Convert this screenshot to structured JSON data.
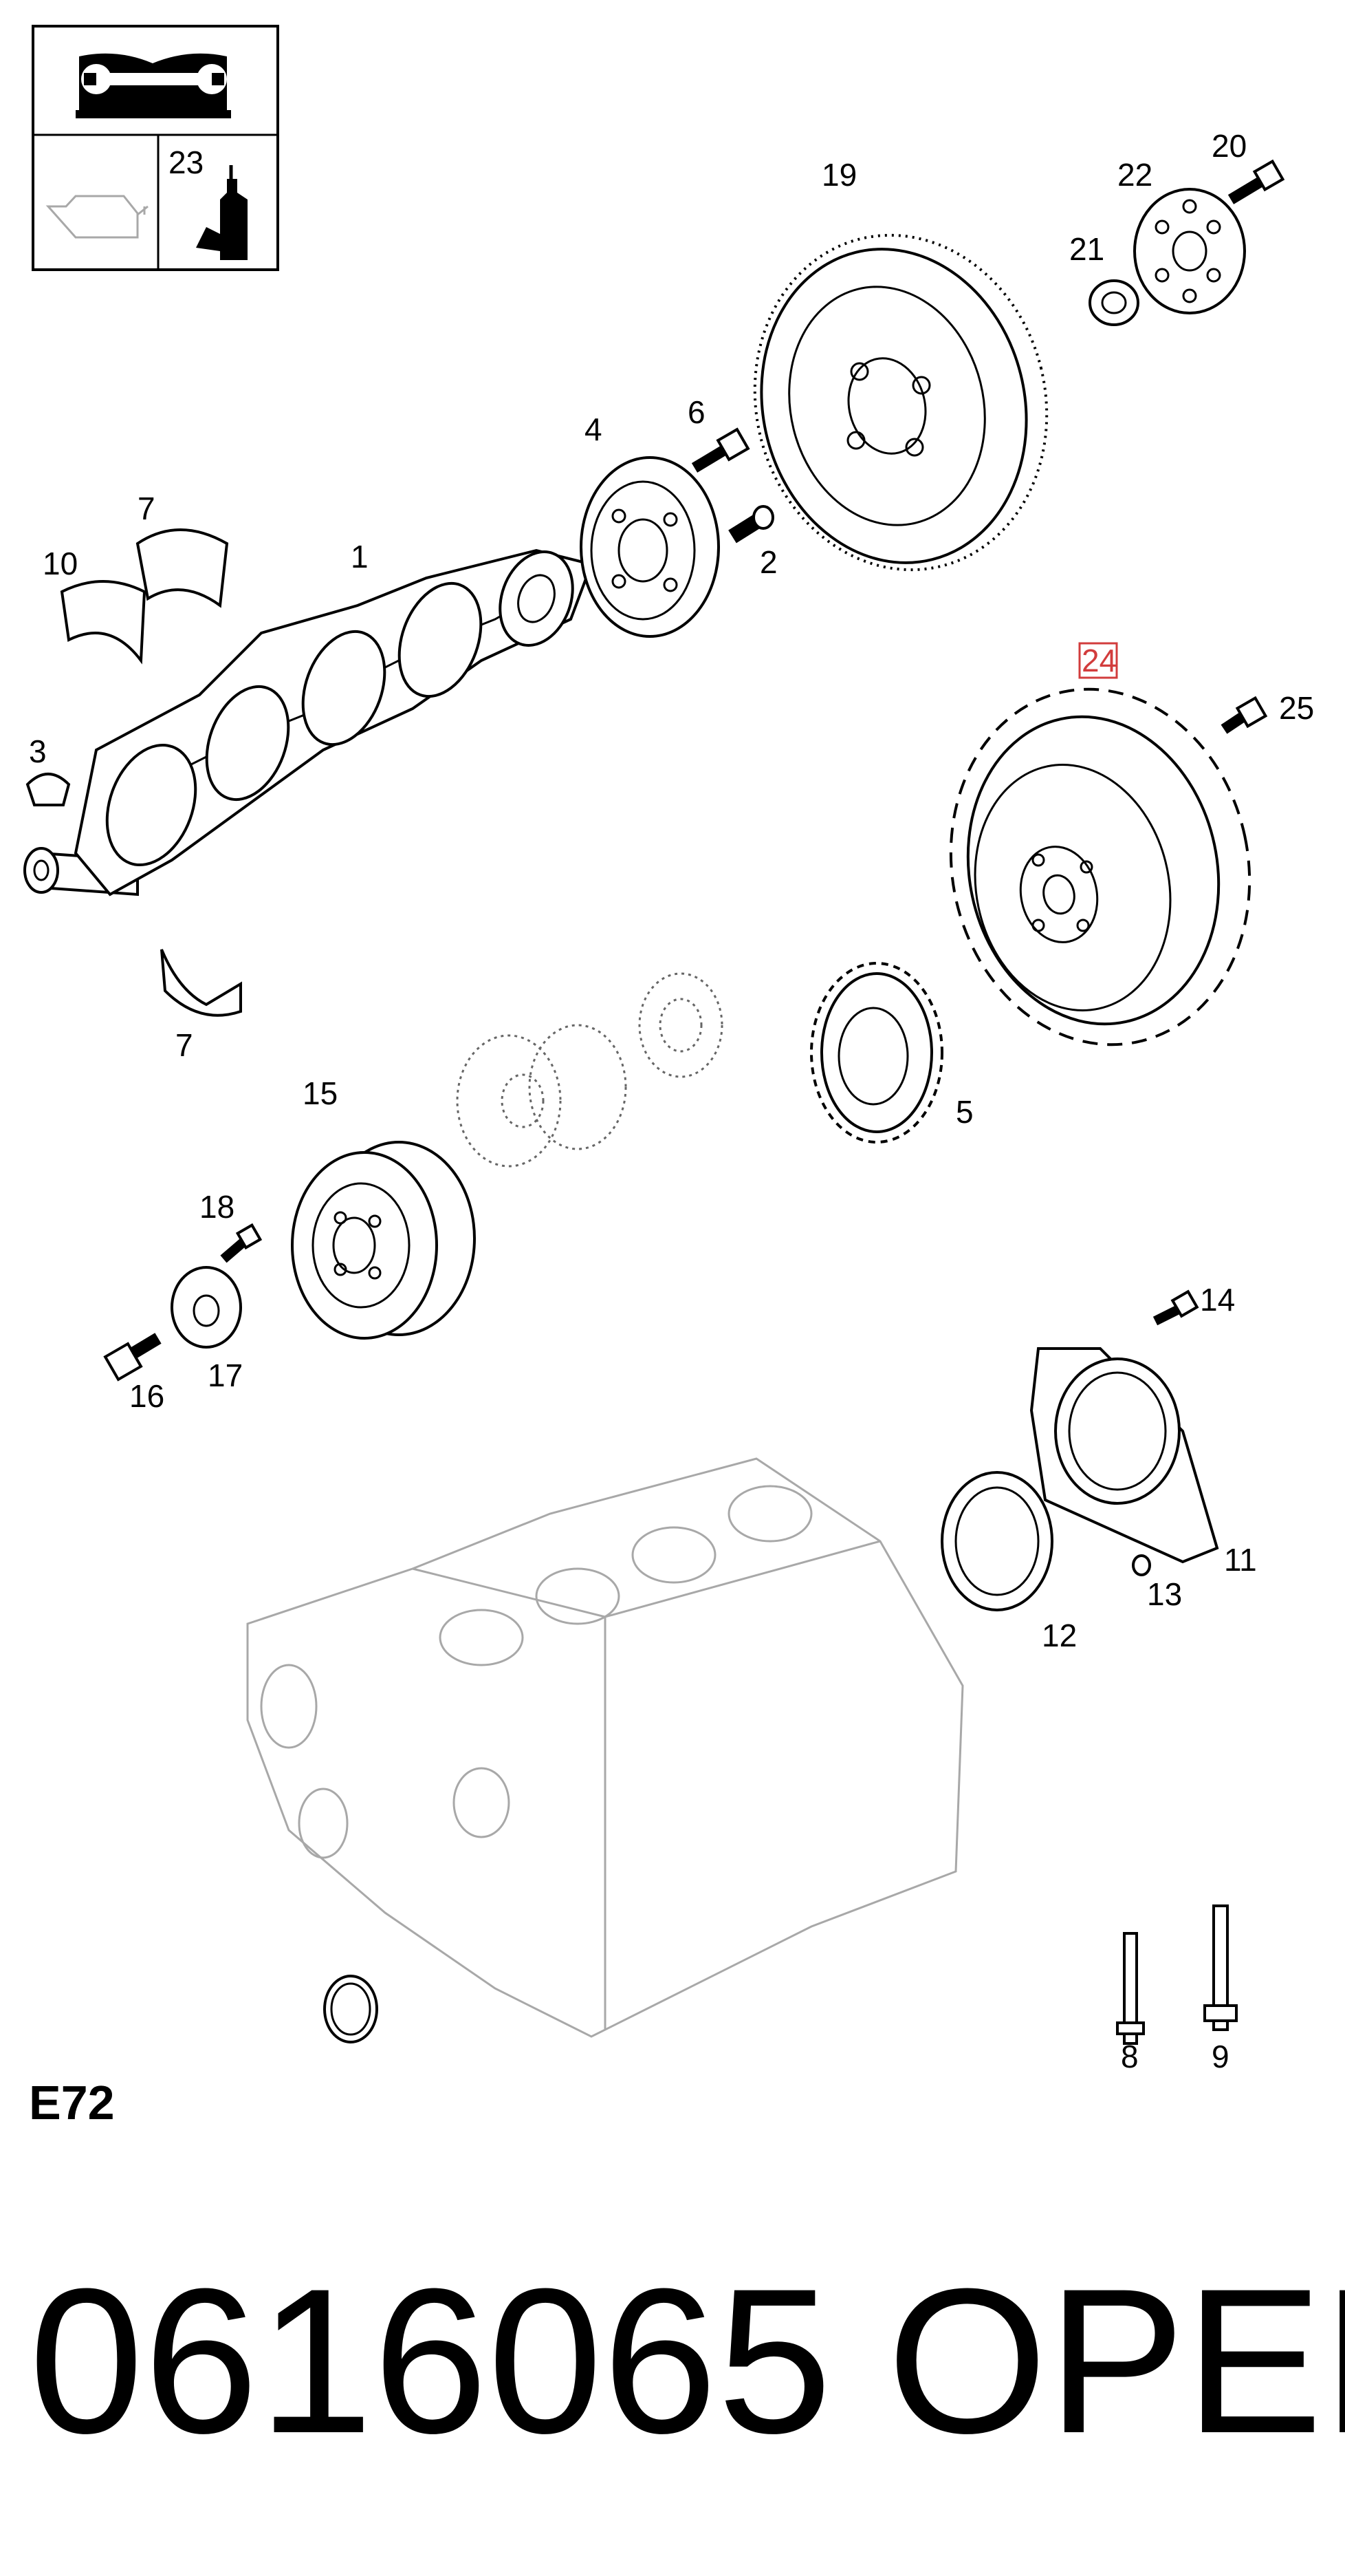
{
  "legend_box": {
    "icon_top": "manual-wrench-icon",
    "icon_bottom_left": "oil-can-icon",
    "icon_bottom_right": "sealant-tube-icon",
    "ref_number": "23"
  },
  "callouts": {
    "p1": "1",
    "p2": "2",
    "p3": "3",
    "p4": "4",
    "p5": "5",
    "p6": "6",
    "p7a": "7",
    "p7b": "7",
    "p8": "8",
    "p9": "9",
    "p10": "10",
    "p11": "11",
    "p12": "12",
    "p13": "13",
    "p14": "14",
    "p15": "15",
    "p16": "16",
    "p17": "17",
    "p18": "18",
    "p19": "19",
    "p20": "20",
    "p21": "21",
    "p22": "22",
    "p24": "24",
    "p25": "25"
  },
  "highlight_color": "#d23c3c",
  "section_code": "E72",
  "part_number": "0616065",
  "brand": "OPEL"
}
